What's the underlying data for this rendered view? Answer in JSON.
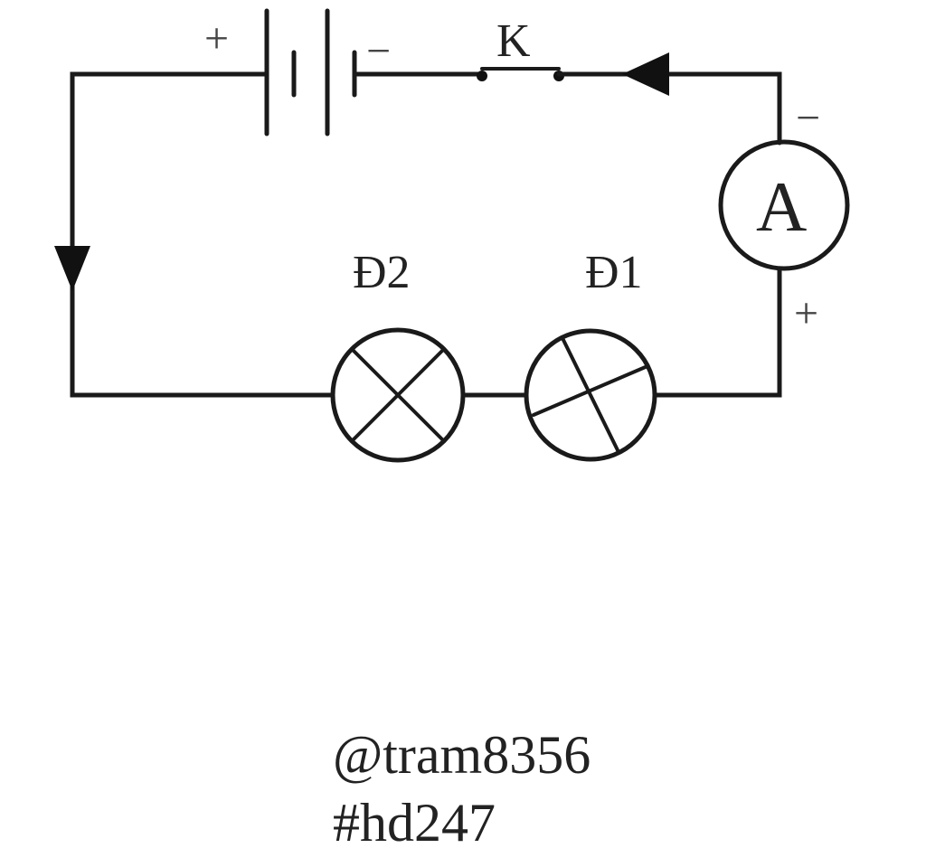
{
  "diagram": {
    "battery": {
      "plus_sign": "+",
      "minus_sign": "−"
    },
    "switch": {
      "label": "K"
    },
    "ammeter": {
      "label": "A",
      "minus_sign": "−",
      "plus_sign": "+"
    },
    "lamps": [
      {
        "label": "Đ2"
      },
      {
        "label": "Đ1"
      }
    ]
  },
  "caption": {
    "line1": "@tram8356",
    "line2": "#hd247"
  }
}
